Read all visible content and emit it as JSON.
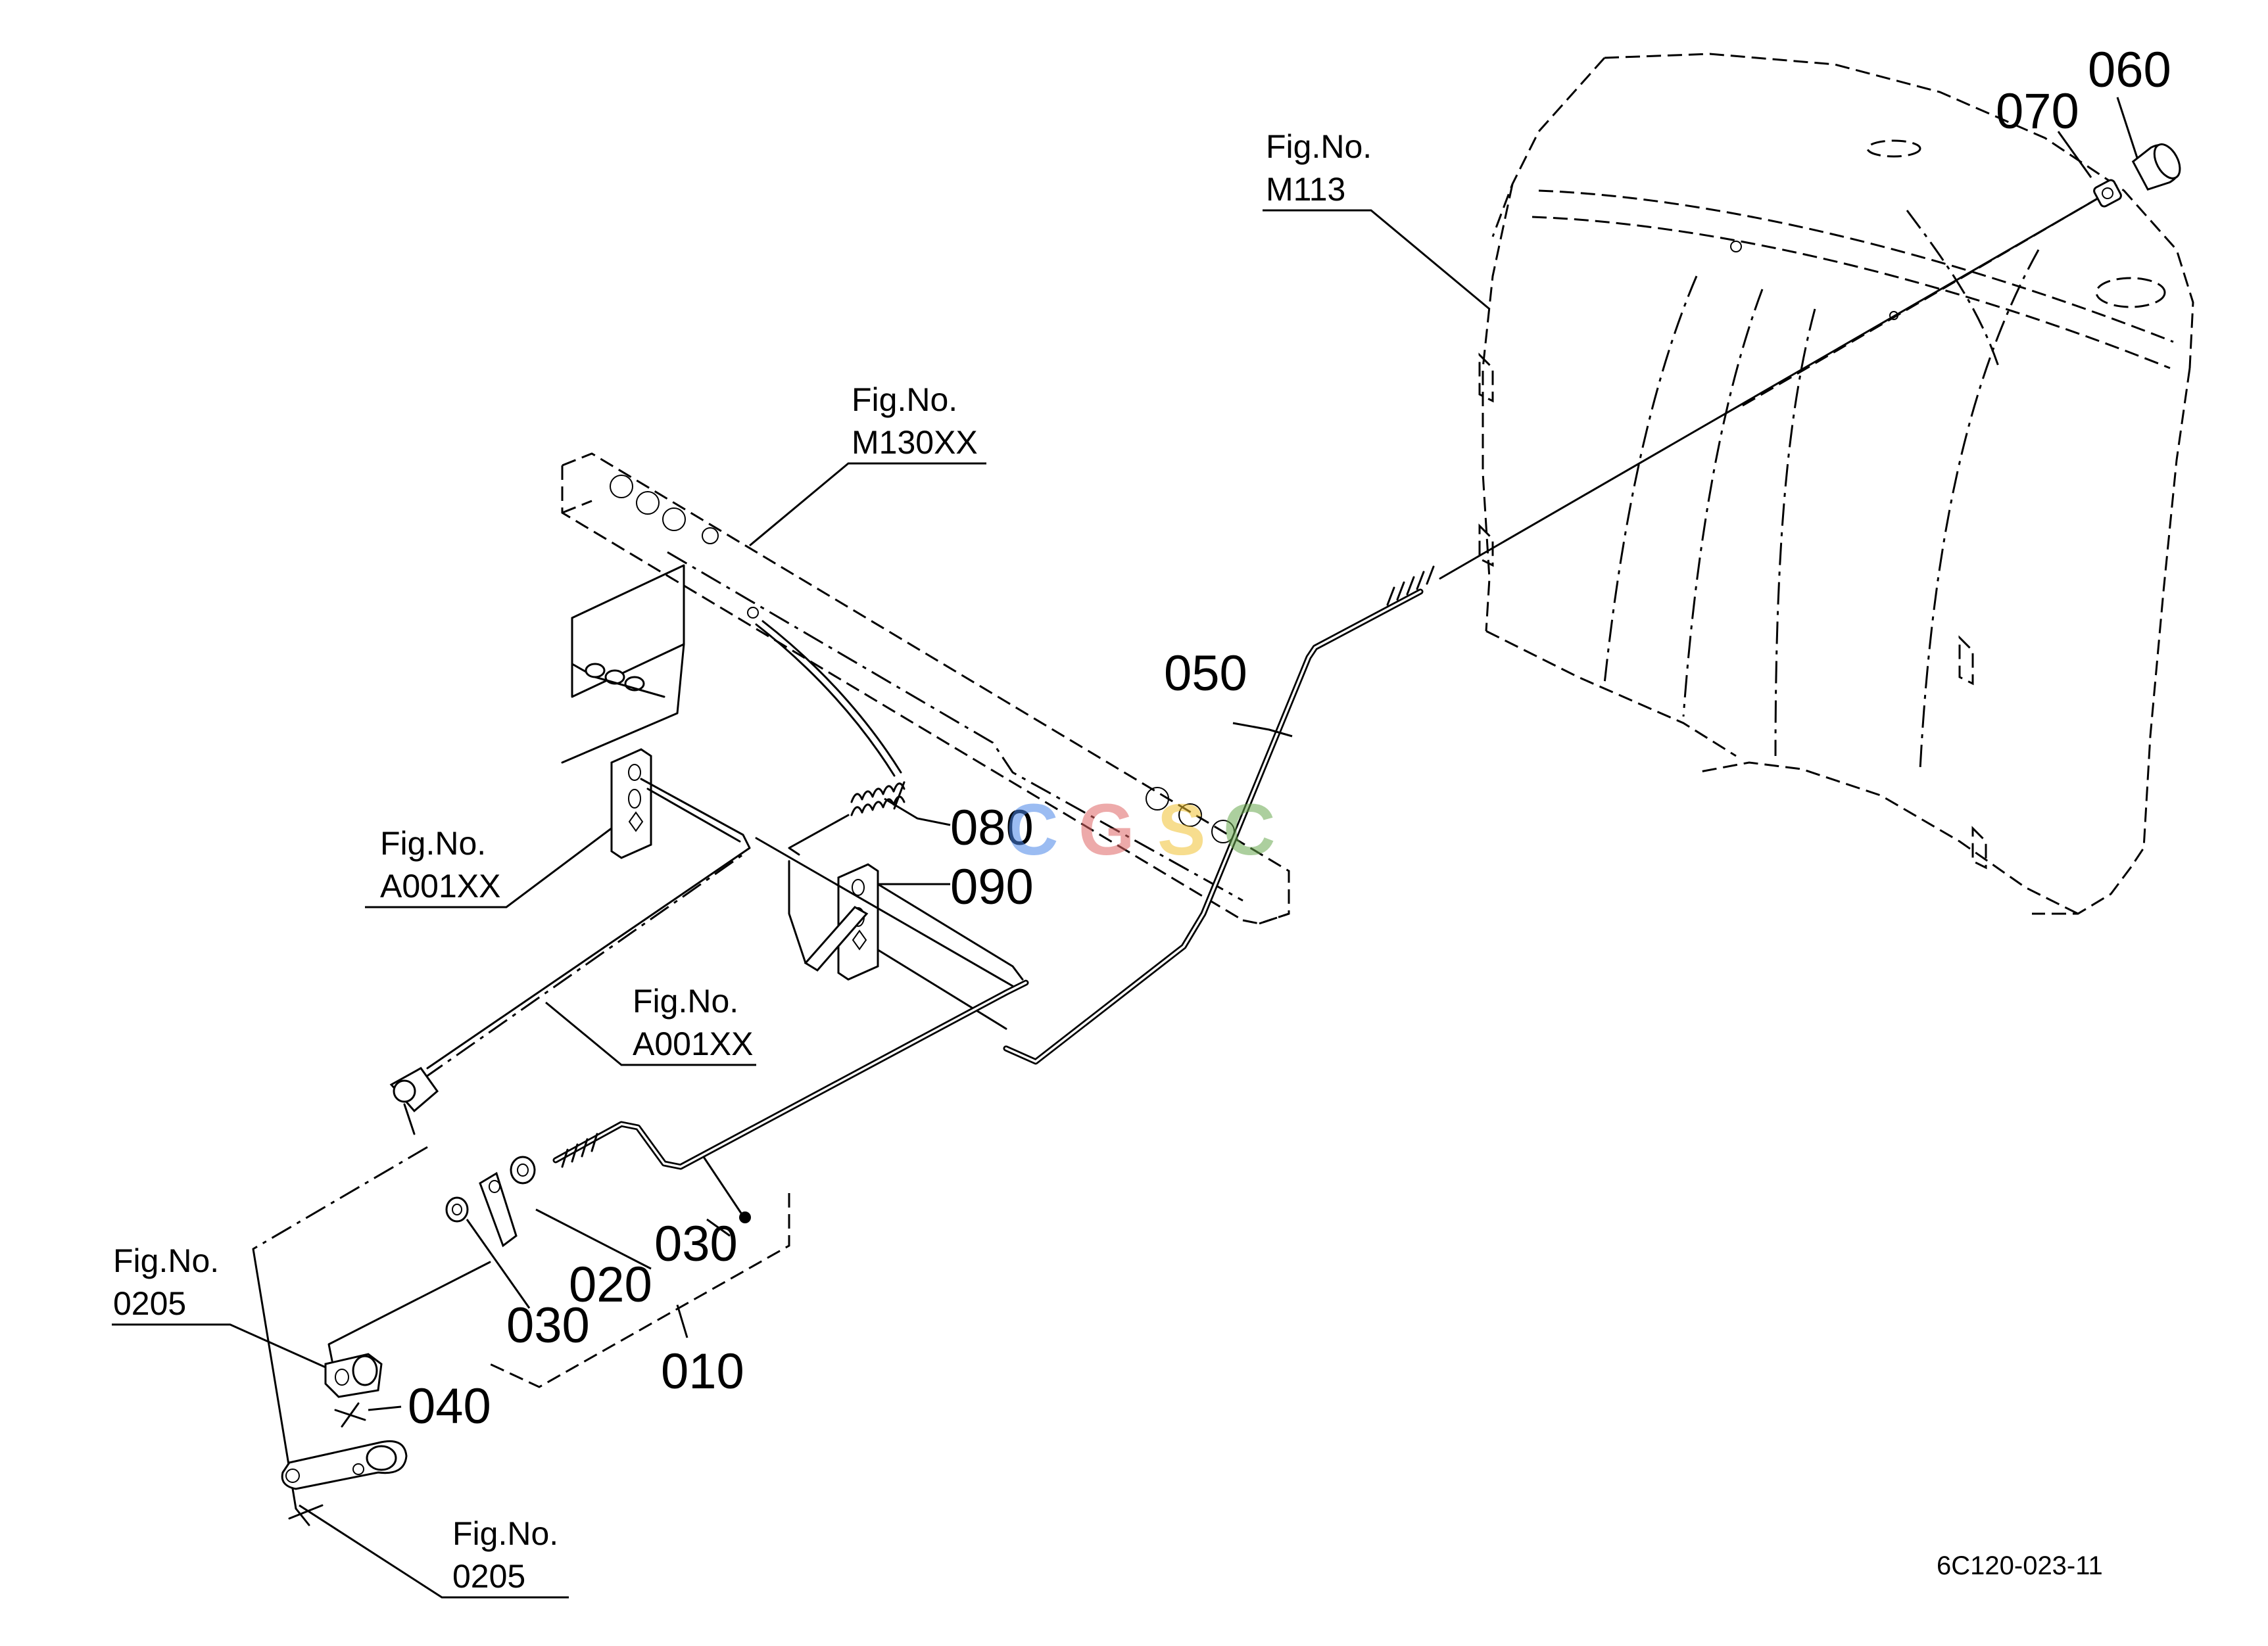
{
  "figure_code": "6C120-023-11",
  "watermark": {
    "c1": "C",
    "g": "G",
    "s": "S",
    "c2": "C",
    "colors": {
      "c1": "#4a86e8",
      "g": "#e06666",
      "s": "#f1c232",
      "c2": "#6aa84f"
    }
  },
  "fig_refs": {
    "m113": {
      "label": "Fig.No.",
      "value": "M113"
    },
    "m130xx": {
      "label": "Fig.No.",
      "value": "M130XX"
    },
    "a001xx_upper": {
      "label": "Fig.No.",
      "value": "A001XX"
    },
    "a001xx_lower": {
      "label": "Fig.No.",
      "value": "A001XX"
    },
    "f0205_upper": {
      "label": "Fig.No.",
      "value": "0205"
    },
    "f0205_lower": {
      "label": "Fig.No.",
      "value": "0205"
    }
  },
  "callouts": {
    "p010": "010",
    "p020": "020",
    "p030_upper": "030",
    "p030_lower": "030",
    "p040": "040",
    "p050": "050",
    "p060": "060",
    "p070": "070",
    "p080": "080",
    "p090": "090"
  }
}
